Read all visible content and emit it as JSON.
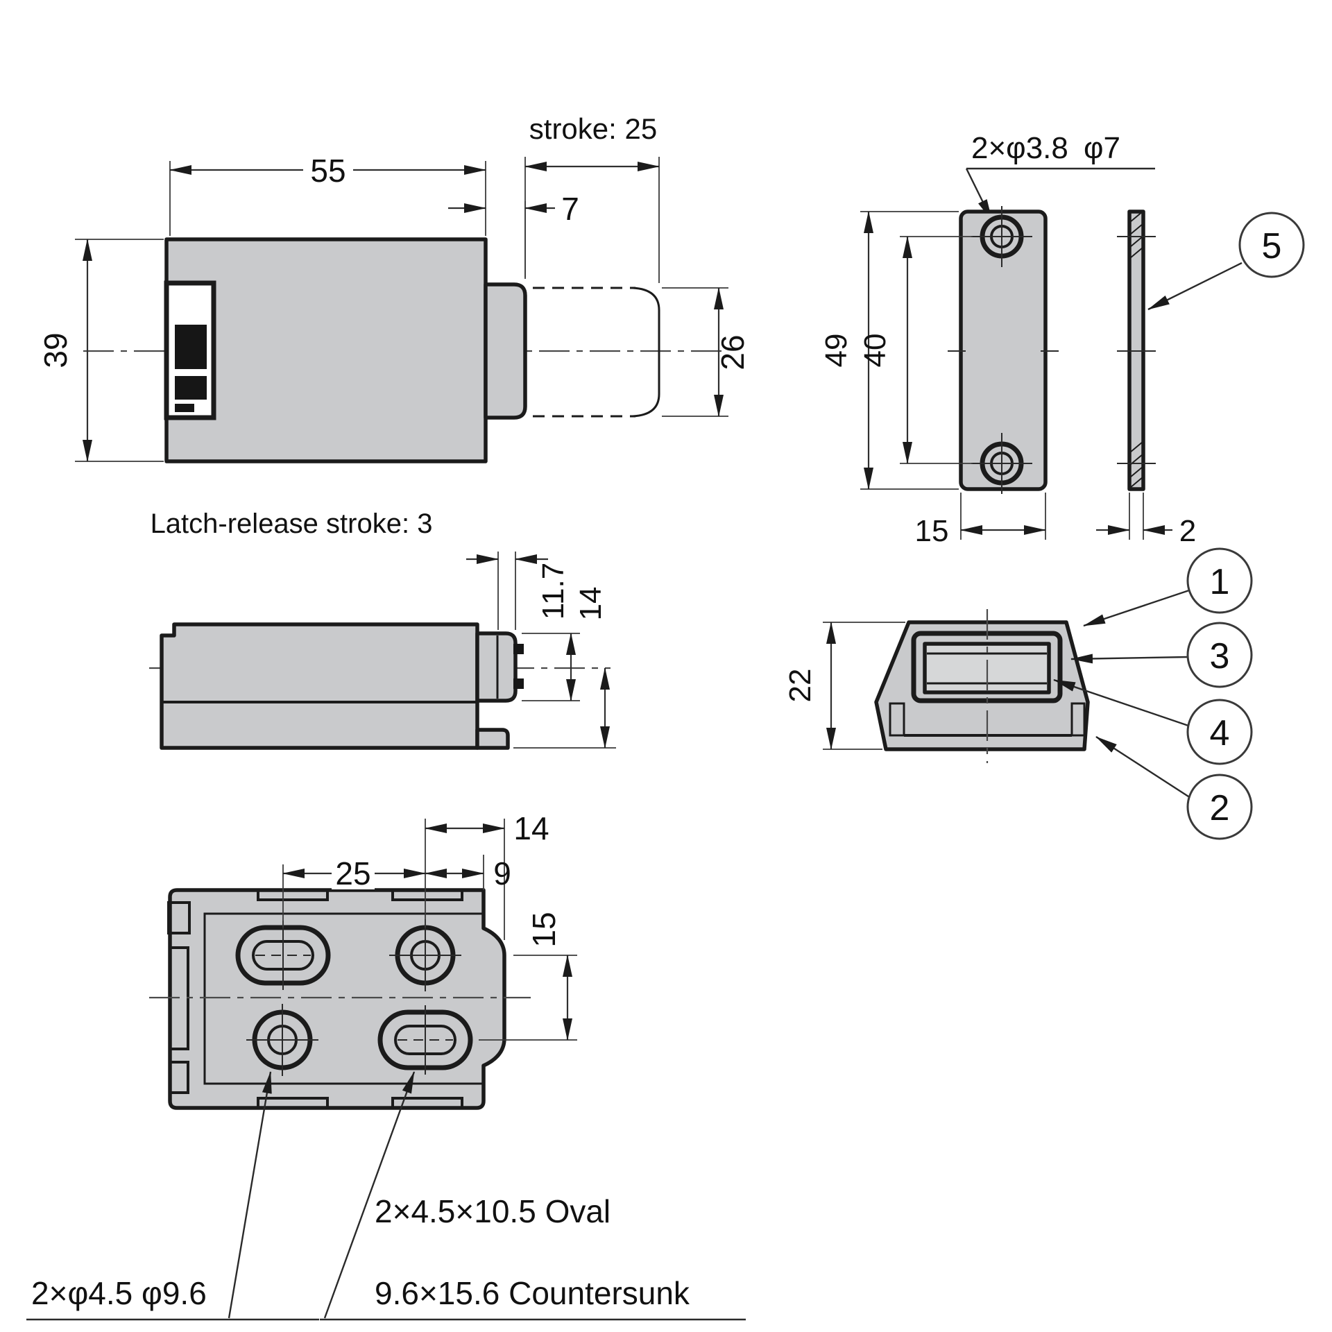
{
  "colors": {
    "body_fill": "#c9cacc",
    "face_fill": "#e6e7e8",
    "inner_fill": "#d6d7d8",
    "detail_fill": "#161616",
    "line": "#1b1b1b",
    "background": "#ffffff"
  },
  "views": {
    "retracted_side": {
      "dims": {
        "body_length": "55",
        "stroke": "stroke: 25",
        "nub_protrusion": "7",
        "body_height": "39",
        "plunger_height": "26"
      }
    },
    "released_side": {
      "caption": "Latch-release stroke: 3",
      "dims": {
        "latch_tip_height": "11.7",
        "lower_height": "14"
      }
    },
    "strike_plate_front": {
      "hole_callout_left": "2×φ3.8",
      "hole_callout_right": "φ7",
      "dims": {
        "plate_height": "49",
        "hole_pitch": "40",
        "plate_width": "15"
      }
    },
    "strike_plate_side": {
      "dims": {
        "thickness": "2"
      }
    },
    "end_view": {
      "dims": {
        "body_height": "22"
      }
    },
    "plan_view": {
      "dims": {
        "hole_to_edge": "14",
        "hole_pitch_x": "25",
        "hole_to_notch": "9",
        "hole_pitch_y": "15"
      },
      "notes": {
        "round_holes": "2×φ4.5  φ9.6",
        "oval_line1": "2×4.5×10.5 Oval",
        "oval_line2": "9.6×15.6 Countersunk"
      }
    }
  },
  "balloons": {
    "b1": "1",
    "b2": "2",
    "b3": "3",
    "b4": "4",
    "b5": "5"
  }
}
